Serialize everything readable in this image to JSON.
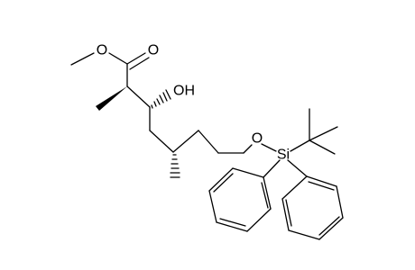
{
  "molecule": {
    "atoms": {
      "o_methoxy": "O",
      "o_carbonyl": "O",
      "oh": "OH",
      "o_ether": "O",
      "si": "Si"
    }
  }
}
